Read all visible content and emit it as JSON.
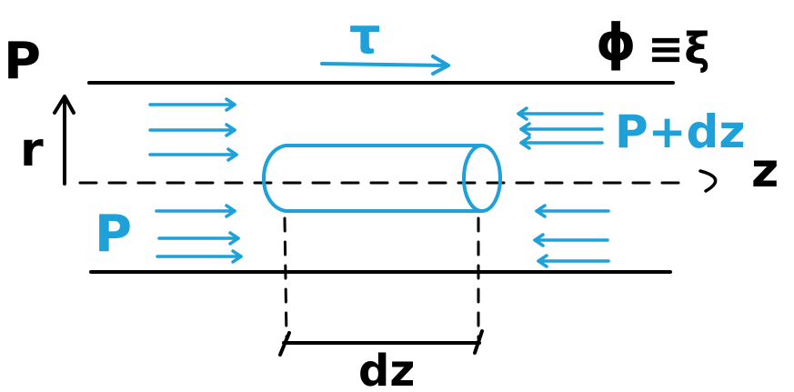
{
  "labels": {
    "pressure_top": "P",
    "shear_stress": "τ",
    "phi": "ϕ",
    "phi_relation": "≡ξ",
    "radial_axis": "r",
    "axial_axis": "z",
    "pressure_right": "P+dz",
    "pressure_left": "P",
    "length_element": "dz"
  },
  "colors": {
    "ink": "#000000",
    "accent": "#1ea0d8"
  }
}
